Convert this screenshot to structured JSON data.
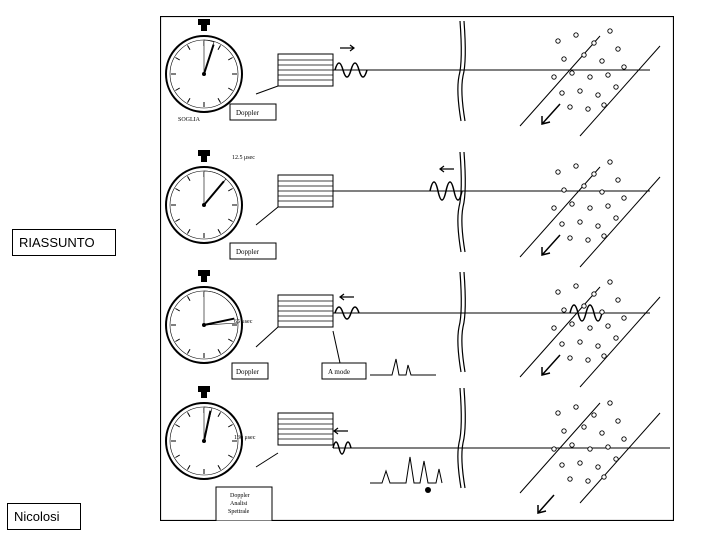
{
  "slide": {
    "title_tag": "RIASSUNTO",
    "author_tag": "Nicolosi"
  },
  "panels": [
    {
      "time_label": "SOGLIA",
      "buttons": [
        "Doppler"
      ]
    },
    {
      "time_label": "12.5 μsec",
      "buttons": [
        "Doppler"
      ]
    },
    {
      "time_label": "65 μsec",
      "buttons": [
        "Doppler",
        "A mode"
      ]
    },
    {
      "time_label": "130 μsec",
      "buttons": [
        "Doppler",
        "Analisi",
        "Spettrale"
      ]
    }
  ],
  "hand_angles_deg": [
    18,
    40,
    78,
    12
  ],
  "colors": {
    "ink": "#000000",
    "background": "#ffffff"
  }
}
